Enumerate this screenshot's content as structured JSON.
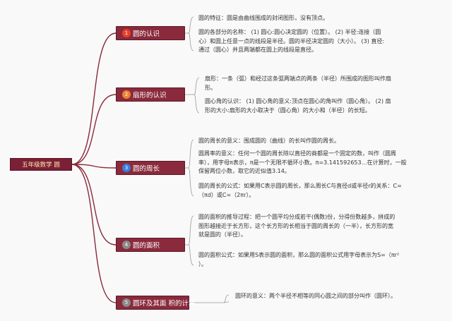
{
  "root": {
    "label": "五年级数学  圆"
  },
  "colors": {
    "root_bg": "#7a2037",
    "branch_bg": "#8a2a3c",
    "curve": "#8a2a3c",
    "brace": "#9a9a9a",
    "badges": [
      "#e8402a",
      "#f08030",
      "#3a7ed8",
      "#8a8a8a",
      "#8a8a8a"
    ]
  },
  "branches": [
    {
      "label": "圆的认识",
      "badge": "1",
      "notes": [
        "圆的特征：圆是由曲线围成的封闭图形，没有顶点。",
        "圆的各部分的名称：  (1) 圆心:圆心决定圆的（位置）。  (2) 半径:连接（圆\n心）和圆上任意一点的线段是半径。圆的半径决定圆的（大小）。  (3) 直径:\n通过（圆心）并且两端都在圆上的线段是直径。"
      ]
    },
    {
      "label": "扇形的认识",
      "badge": "2",
      "notes": [
        "扇形：一条（弧）和经过这条弧两端点的两条（半径）所围成的图形叫作扇\n形。",
        "圆心角的认识：  (1) 圆心角的意义:顶点在圆心的角叫作（圆心角）。  (2) 扇\n形的大小:扇形的大小取决于（圆心角）的大小和（半径）的长短。"
      ]
    },
    {
      "label": "圆的周长",
      "badge": "3",
      "notes": [
        "圆的周长的意义：围成圆的（曲线）的长叫作圆的周长。",
        "圆周率的意义：任何一个圆的周长除以直径的商都是一个固定的数，叫作（圆周\n率），用字母π表示，π是一个无限不循环小数。π=3.141592653…在计算时，一般\n保留两位小数，取它的近似值3.14。",
        "圆的周长的公式：如果用C表示圆的周长，那么周长C与直径d或半径r的关系：C=\n（πd）或C=（2πr）。"
      ]
    },
    {
      "label": "圆的面积",
      "badge": "4",
      "notes": [
        "圆的面积的推导过程：把一个圆平均分成若干(偶数)份，分得份数越多，拼成的\n图形越接近于长方形，这个长方形的长相当于圆的周长的（一半），长方形的宽\n就是圆的（半径）。",
        "圆的面积公式：如果用S表示圆的面积，那么圆的面积公式用字母表示为S=（πr²\n）。"
      ]
    },
    {
      "label": "圆环及其面 积的计算",
      "badge": "5",
      "notes": [
        "圆环的意义：两个半径不相等的同心圆之间的部分叫作（圆环）。"
      ]
    }
  ]
}
